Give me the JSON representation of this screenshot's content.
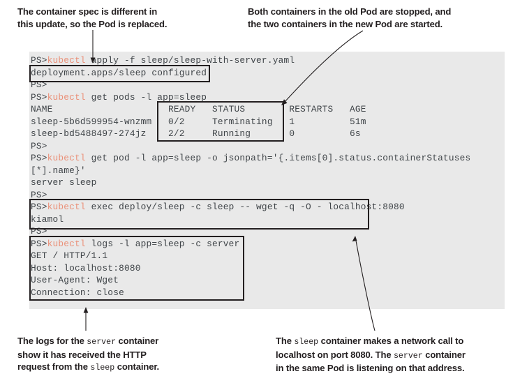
{
  "figure": {
    "kind": "annotated-terminal-screenshot",
    "terminal_bg": "#e9e9e9",
    "command_color": "#ea9179",
    "text_color": "#3f4448",
    "annotation_color": "#231f20"
  },
  "callouts": {
    "spec": {
      "line1": "The container spec is different in",
      "line2": "this update, so the Pod is replaced."
    },
    "both": {
      "line1": "Both containers in the old Pod are stopped, and",
      "line2": "the two containers in the new Pod are started."
    },
    "logs": {
      "part1": "The logs for the ",
      "mono1": "server",
      "part2": " container",
      "part3": "show it has received the HTTP",
      "part4": "request from the ",
      "mono2": "sleep",
      "part5": " container."
    },
    "sleepcall": {
      "part1": "The ",
      "mono1": "sleep",
      "part2": " container makes a network call to",
      "part3": "localhost on port 8080. The ",
      "mono2": "server",
      "part4": " container",
      "part5": "in the same Pod is listening on that address."
    }
  },
  "terminal": {
    "lines": [
      {
        "prompt": "PS>",
        "cmd": "kubectl",
        "rest": " apply -f sleep/sleep-with-server.yaml"
      },
      {
        "prompt": "",
        "cmd": "",
        "rest": "deployment.apps/sleep configured"
      },
      {
        "prompt": "PS>",
        "cmd": "",
        "rest": ""
      },
      {
        "prompt": "PS>",
        "cmd": "kubectl",
        "rest": " get pods -l app=sleep"
      },
      {
        "prompt": "",
        "cmd": "",
        "rest": "NAME                     READY   STATUS        RESTARTS   AGE"
      },
      {
        "prompt": "",
        "cmd": "",
        "rest": "sleep-5b6d599954-wnzmm   0/2     Terminating   1          51m"
      },
      {
        "prompt": "",
        "cmd": "",
        "rest": "sleep-bd5488497-274jz    2/2     Running       0          6s"
      },
      {
        "prompt": "PS>",
        "cmd": "",
        "rest": ""
      },
      {
        "prompt": "PS>",
        "cmd": "kubectl",
        "rest": " get pod -l app=sleep -o jsonpath='{.items[0].status.containerStatuses"
      },
      {
        "prompt": "",
        "cmd": "",
        "rest": "[*].name}'"
      },
      {
        "prompt": "",
        "cmd": "",
        "rest": "server sleep"
      },
      {
        "prompt": "PS>",
        "cmd": "",
        "rest": ""
      },
      {
        "prompt": "PS>",
        "cmd": "kubectl",
        "rest": " exec deploy/sleep -c sleep -- wget -q -O - localhost:8080"
      },
      {
        "prompt": "",
        "cmd": "",
        "rest": "kiamol"
      },
      {
        "prompt": "PS>",
        "cmd": "",
        "rest": ""
      },
      {
        "prompt": "PS>",
        "cmd": "kubectl",
        "rest": " logs -l app=sleep -c server"
      },
      {
        "prompt": "",
        "cmd": "",
        "rest": "GET / HTTP/1.1"
      },
      {
        "prompt": "",
        "cmd": "",
        "rest": "Host: localhost:8080"
      },
      {
        "prompt": "",
        "cmd": "",
        "rest": "User-Agent: Wget"
      },
      {
        "prompt": "",
        "cmd": "",
        "rest": "Connection: close"
      }
    ],
    "pods_table": {
      "headers": [
        "NAME",
        "READY",
        "STATUS",
        "RESTARTS",
        "AGE"
      ],
      "rows": [
        [
          "sleep-5b6d599954-wnzmm",
          "0/2",
          "Terminating",
          "1",
          "51m"
        ],
        [
          "sleep-bd5488497-274jz",
          "2/2",
          "Running",
          "0",
          "6s"
        ]
      ]
    }
  },
  "highlights": [
    {
      "name": "deployment-configured-box"
    },
    {
      "name": "pods-status-box"
    },
    {
      "name": "exec-wget-box"
    },
    {
      "name": "logs-output-box"
    }
  ]
}
